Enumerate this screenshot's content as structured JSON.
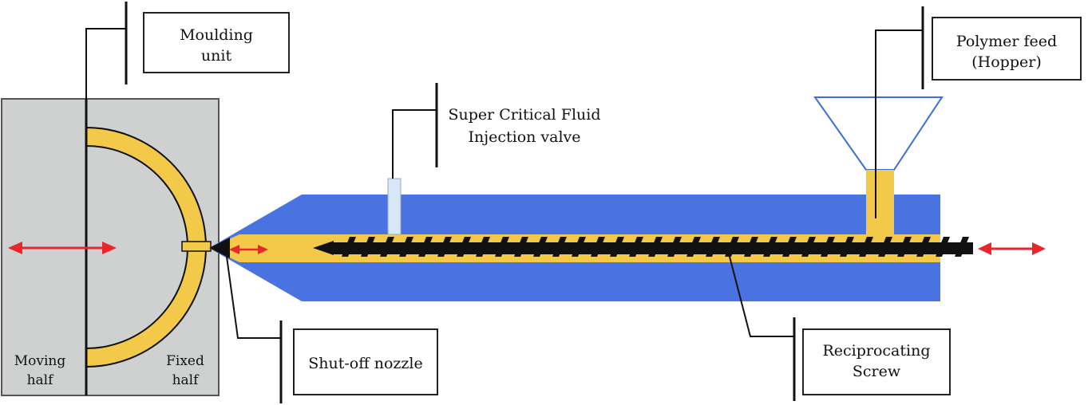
{
  "labels": {
    "moulding_unit": [
      "Moulding",
      "unit"
    ],
    "scf_valve": [
      "Super Critical Fluid",
      "Injection valve"
    ],
    "polymer_feed": [
      "Polymer feed",
      "(Hopper)"
    ],
    "shutoff_nozzle": "Shut-off nozzle",
    "reciprocating_screw": [
      "Reciprocating",
      "Screw"
    ],
    "moving_half": [
      "Moving",
      "half"
    ],
    "fixed_half": [
      "Fixed",
      "half"
    ]
  },
  "colors": {
    "mould_body": "#cfd1d1",
    "barrel": "#4a73e2",
    "polymer": "#f3c94a",
    "screw": "#111111",
    "arrow": "#e8262b",
    "hopper_outline": "#3b6fd6",
    "valve": "#d8e7f7"
  },
  "icons": {
    "motion_arrow": "double-headed-arrow-icon"
  }
}
